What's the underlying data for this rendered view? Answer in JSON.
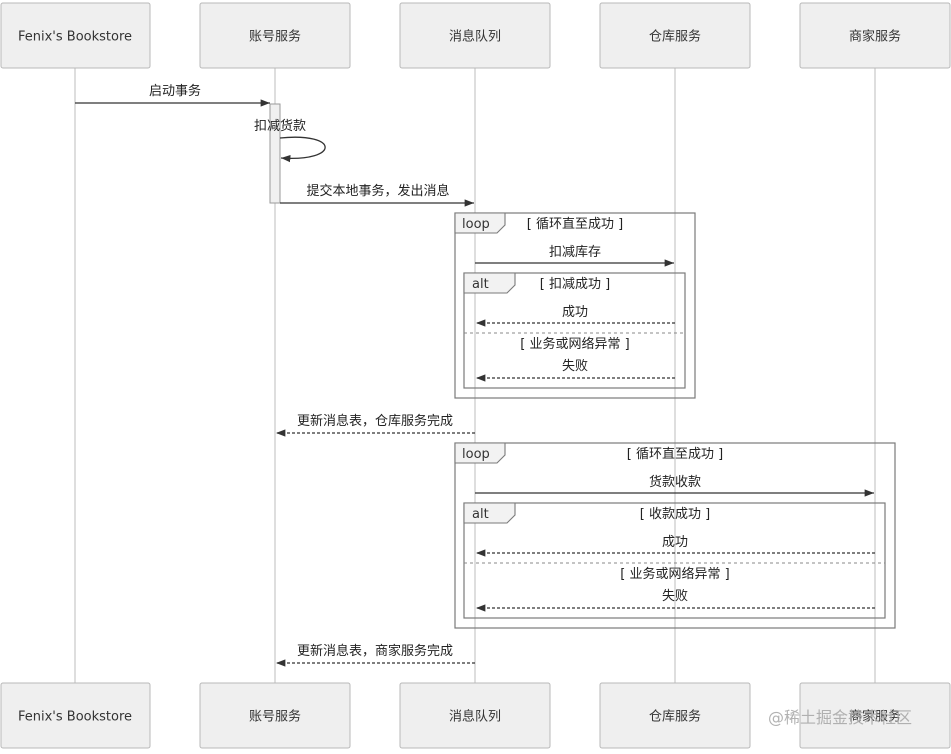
{
  "participants": [
    {
      "id": "fenix",
      "label": "Fenix's Bookstore"
    },
    {
      "id": "account",
      "label": "账号服务"
    },
    {
      "id": "mq",
      "label": "消息队列"
    },
    {
      "id": "warehouse",
      "label": "仓库服务"
    },
    {
      "id": "merchant",
      "label": "商家服务"
    }
  ],
  "messages": [
    {
      "id": "start-tx",
      "from": "fenix",
      "to": "account",
      "label": "启动事务",
      "style": "solid"
    },
    {
      "id": "deduct-payment",
      "from": "account",
      "to": "account",
      "label": "扣减货款",
      "style": "self"
    },
    {
      "id": "commit-local",
      "from": "account",
      "to": "mq",
      "label": "提交本地事务，发出消息",
      "style": "solid"
    },
    {
      "id": "deduct-stock",
      "from": "mq",
      "to": "warehouse",
      "label": "扣减库存",
      "style": "solid"
    },
    {
      "id": "stock-success",
      "from": "warehouse",
      "to": "mq",
      "label": "成功",
      "style": "dashed"
    },
    {
      "id": "stock-fail",
      "from": "warehouse",
      "to": "mq",
      "label": "失败",
      "style": "dashed"
    },
    {
      "id": "update-warehouse",
      "from": "mq",
      "to": "account",
      "label": "更新消息表，仓库服务完成",
      "style": "dashed"
    },
    {
      "id": "collect-payment",
      "from": "mq",
      "to": "merchant",
      "label": "货款收款",
      "style": "solid"
    },
    {
      "id": "collect-success",
      "from": "merchant",
      "to": "mq",
      "label": "成功",
      "style": "dashed"
    },
    {
      "id": "collect-fail",
      "from": "merchant",
      "to": "mq",
      "label": "失败",
      "style": "dashed"
    },
    {
      "id": "update-merchant",
      "from": "mq",
      "to": "account",
      "label": "更新消息表，商家服务完成",
      "style": "dashed"
    }
  ],
  "fragments": {
    "loop1": {
      "keyword": "loop",
      "guard": "[ 循环直至成功 ]"
    },
    "alt1": {
      "keyword": "alt",
      "guard": "[ 扣减成功 ]",
      "else_guard": "[ 业务或网络异常 ]"
    },
    "loop2": {
      "keyword": "loop",
      "guard": "[ 循环直至成功 ]"
    },
    "alt2": {
      "keyword": "alt",
      "guard": "[ 收款成功 ]",
      "else_guard": "[ 业务或网络异常 ]"
    }
  },
  "watermark": "@稀土掘金技术社区"
}
